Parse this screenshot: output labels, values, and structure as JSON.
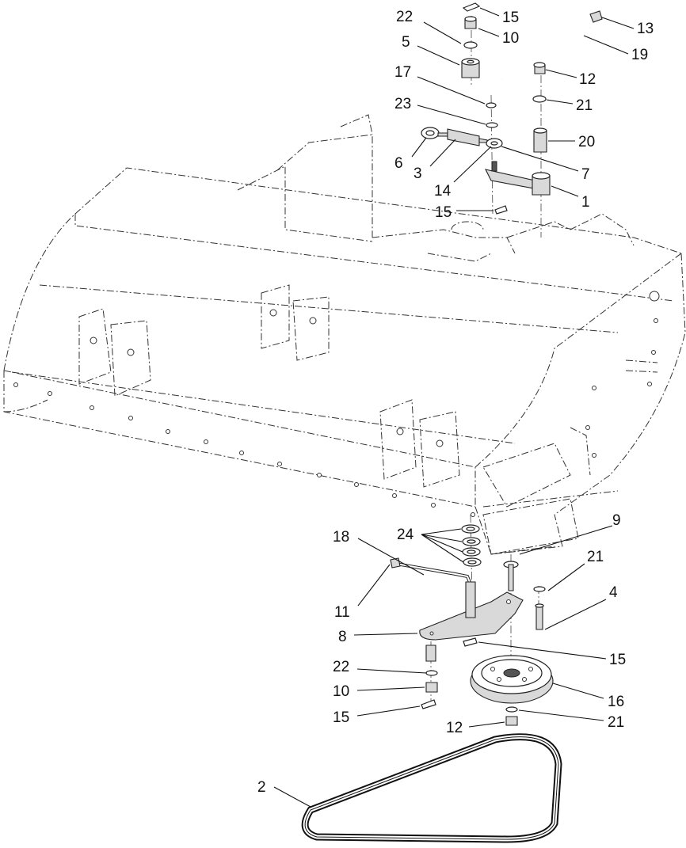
{
  "callouts": {
    "c15a": "15",
    "c22a": "22",
    "c10a": "10",
    "c13": "13",
    "c5": "5",
    "c19": "19",
    "c12a": "12",
    "c17": "17",
    "c21a": "21",
    "c23": "23",
    "c20": "20",
    "c6": "6",
    "c3": "3",
    "c7": "7",
    "c14": "14",
    "c1": "1",
    "c15b": "15",
    "c9": "9",
    "c18": "18",
    "c24": "24",
    "c21b": "21",
    "c4": "4",
    "c11": "11",
    "c8": "8",
    "c15c": "15",
    "c22b": "22",
    "c10b": "10",
    "c16": "16",
    "c15d": "15",
    "c12b": "12",
    "c21c": "21",
    "c2": "2"
  }
}
